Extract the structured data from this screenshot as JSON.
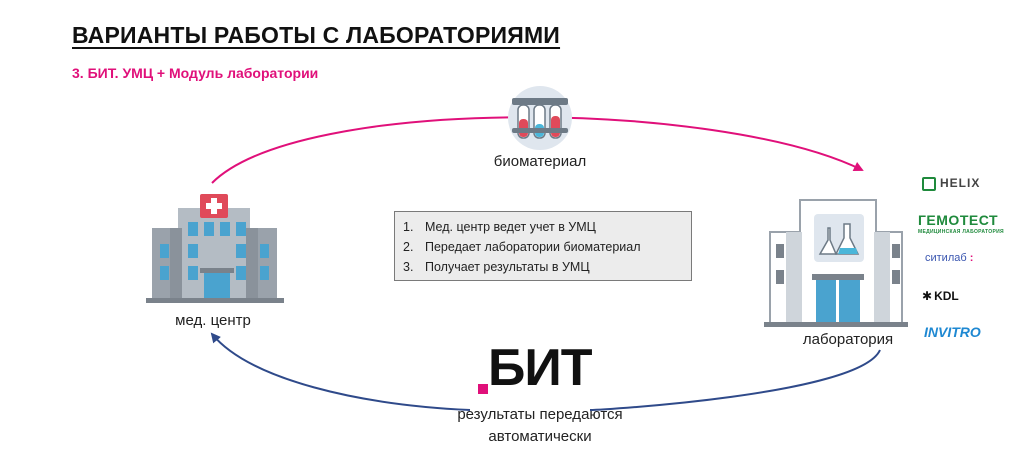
{
  "title": "ВАРИАНТЫ РАБОТЫ С ЛАБОРАТОРИЯМИ",
  "subtitle": "3. БИТ. УМЦ + Модуль лаборатории",
  "biomaterial_label": "биоматериал",
  "med_center_label": "мед. центр",
  "laboratory_label": "лаборатория",
  "result_label_line1": "результаты передаются",
  "result_label_line2": "автоматически",
  "steps": [
    {
      "num": "1.",
      "text": "Мед. центр ведет учет в УМЦ"
    },
    {
      "num": "2.",
      "text": "Передает лаборатории биоматериал"
    },
    {
      "num": "3.",
      "text": "Получает результаты в УМЦ"
    }
  ],
  "bit_logo_text": "БИТ",
  "partners": {
    "helix": "HELIX",
    "gemotest": "ГЕМОТЕСТ",
    "gemotest_sub": "МЕДИЦИНСКАЯ ЛАБОРАТОРИЯ",
    "citilab": "ситилаб",
    "kdl": "KDL",
    "invitro": "INVITRO"
  },
  "colors": {
    "accent_pink": "#e0107a",
    "arrow_blue": "#2f4a8a",
    "building_blue": "#4aa3cf",
    "building_gray": "#9aa2ab",
    "box_bg": "#ececec"
  }
}
